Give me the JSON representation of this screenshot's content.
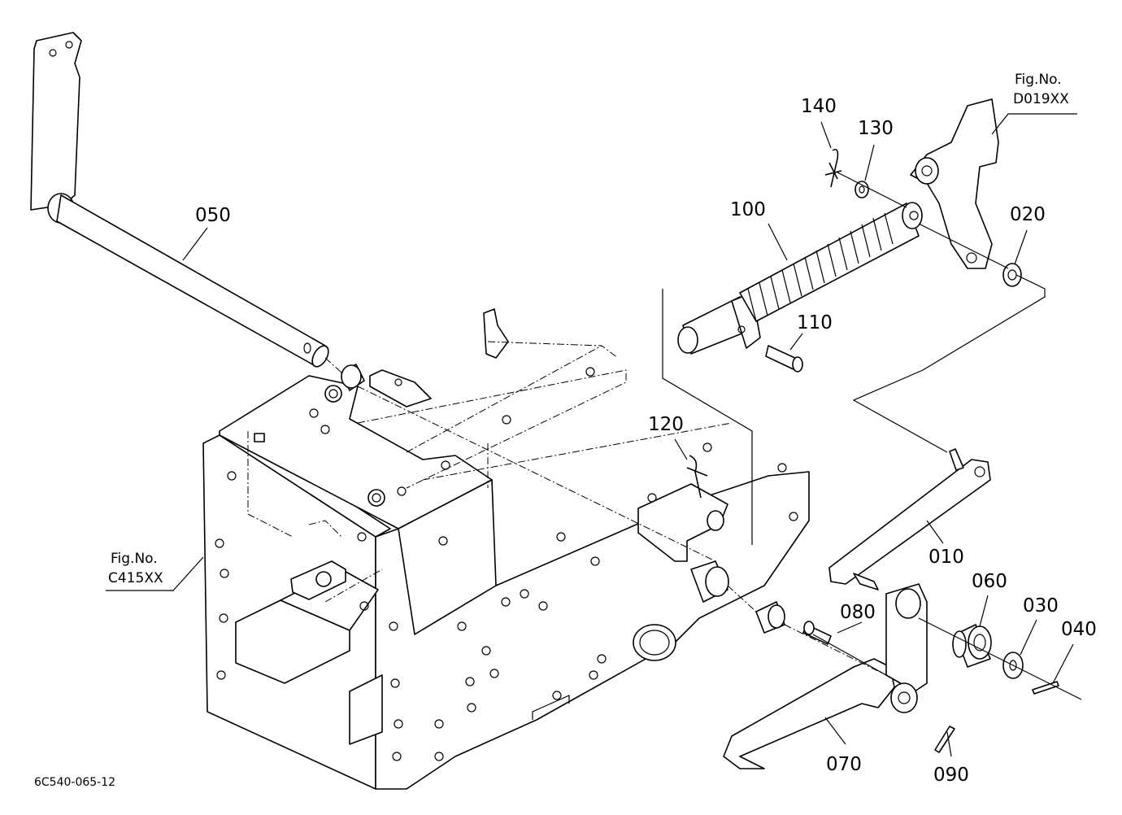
{
  "diagram_code": "6C540-065-12",
  "fig_refs": [
    {
      "id": "fig-d019xx",
      "line1": "Fig.No.",
      "line2": "D019XX"
    },
    {
      "id": "fig-c415xx",
      "line1": "Fig.No.",
      "line2": "C415XX"
    }
  ],
  "part_labels": [
    "010",
    "020",
    "030",
    "040",
    "050",
    "060",
    "070",
    "080",
    "090",
    "100",
    "110",
    "120",
    "130",
    "140"
  ]
}
